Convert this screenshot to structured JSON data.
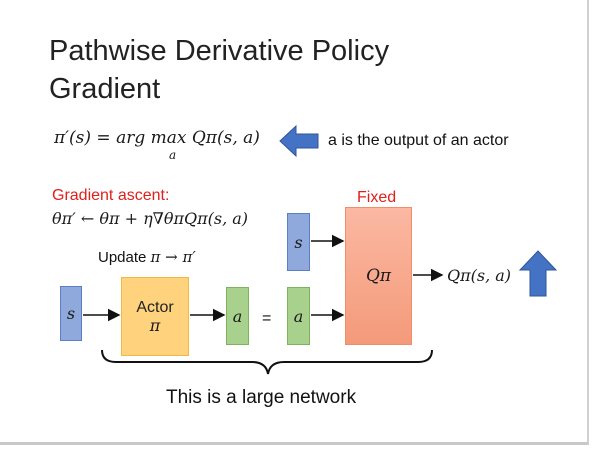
{
  "title": "Pathwise Derivative Policy Gradient",
  "equation_main": "π′(s) = arg max Qπ(s, a)",
  "equation_main_sub": "a",
  "arrow_note": "a is the output of an actor",
  "gradient_label": "Gradient ascent:",
  "gradient_equation": "θπ′ ← θπ + η∇θπQπ(s, a)",
  "update_text": "Update",
  "update_math": "π → π′",
  "fixed_label": "Fixed",
  "nodes": {
    "s_input": "s",
    "actor_label": "Actor",
    "actor_symbol": "π",
    "a_output": "a",
    "equals": "=",
    "a_input": "a",
    "s_critic": "s",
    "q_label": "Qπ",
    "q_output": "Qπ(s, a)"
  },
  "brace_caption": "This is a large network",
  "colors": {
    "blue_arrow": "#4472c4",
    "red_text": "#e0201b",
    "state_box": "#8fa9dc",
    "actor_box": "#ffd37d",
    "action_box": "#a9d18e",
    "critic_box": "#f49a7a"
  },
  "icons": [
    "left-arrow-icon",
    "up-arrow-icon"
  ]
}
